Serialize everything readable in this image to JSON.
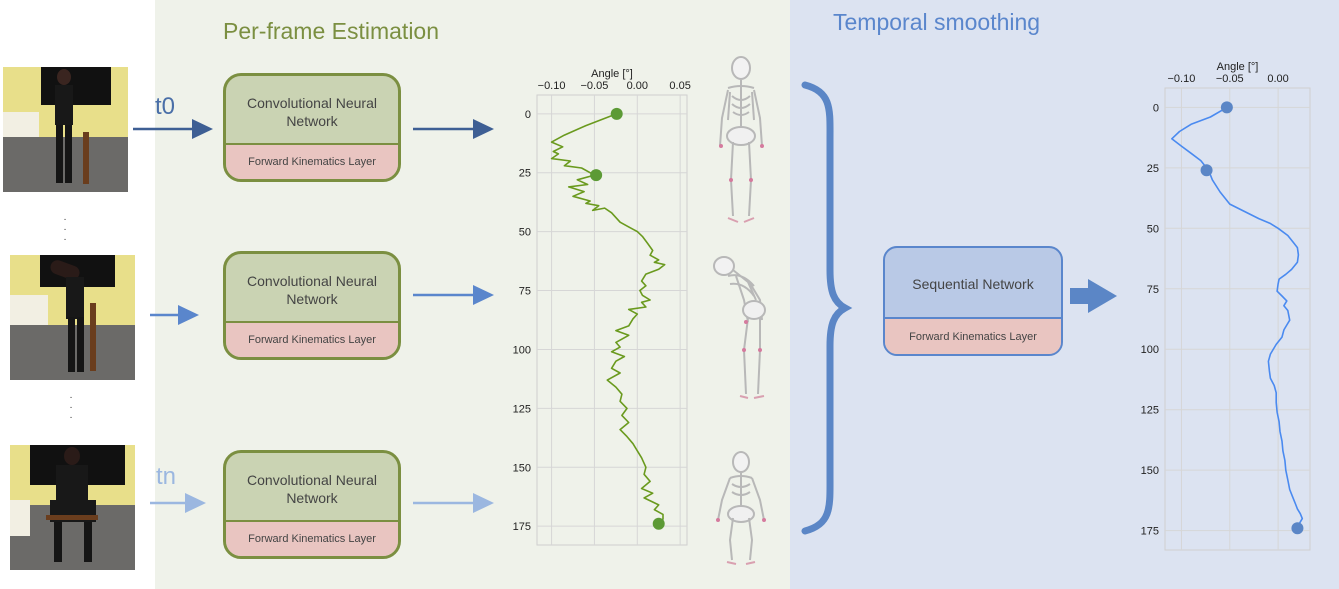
{
  "sections": {
    "left_title": "Per-frame Estimation",
    "right_title": "Temporal smoothing"
  },
  "frames": [
    {
      "label": "t0",
      "label_color": "#4a6fa8"
    },
    {
      "label": "",
      "label_color": "#5a86cc"
    },
    {
      "label": "tn",
      "label_color": "#9bb7e0"
    }
  ],
  "cnn_block": {
    "top": "Convolutional Neural Network",
    "bottom": "Forward Kinematics Layer"
  },
  "sequential_block": {
    "top": "Sequential Network",
    "bottom": "Forward Kinematics Layer"
  },
  "colors": {
    "cnn_border": "#7b8f41",
    "cnn_fill": "#cad3b3",
    "fk_fill": "#e9c5c1",
    "raw_line": "#6a9a1e",
    "raw_dot": "#5c9a35",
    "smooth_line": "#4a8af0",
    "smooth_dot": "#5b86c6",
    "arrow_dark": "#3e5f94",
    "arrow_mid": "#5a86cc",
    "arrow_light": "#9bb7e0",
    "left_panel": "#eff2ea",
    "right_panel": "#dce3f1"
  },
  "chart_data": [
    {
      "type": "line",
      "name": "per-frame",
      "xlabel": "Angle [°]",
      "x_ticks": [
        "−0.10",
        "−0.05",
        "0.00",
        "0.05"
      ],
      "x_tick_values": [
        -0.1,
        -0.05,
        0.0,
        0.05
      ],
      "xlim": [
        -0.117,
        0.058
      ],
      "y_ticks": [
        "0",
        "25",
        "50",
        "75",
        "100",
        "125",
        "150",
        "175"
      ],
      "y_tick_values": [
        0,
        25,
        50,
        75,
        100,
        125,
        150,
        175
      ],
      "ylim": [
        -8,
        183
      ],
      "y_inverted": true,
      "x_axis_position": "top",
      "grid": true,
      "points": [
        [
          -0.024,
          0
        ],
        [
          -0.06,
          5
        ],
        [
          -0.085,
          9
        ],
        [
          -0.1,
          12
        ],
        [
          -0.087,
          14
        ],
        [
          -0.098,
          16
        ],
        [
          -0.092,
          17
        ],
        [
          -0.1,
          19
        ],
        [
          -0.078,
          20
        ],
        [
          -0.085,
          22
        ],
        [
          -0.065,
          23
        ],
        [
          -0.05,
          26
        ],
        [
          -0.07,
          28
        ],
        [
          -0.058,
          30
        ],
        [
          -0.08,
          31
        ],
        [
          -0.062,
          33
        ],
        [
          -0.075,
          35
        ],
        [
          -0.055,
          37
        ],
        [
          -0.06,
          38
        ],
        [
          -0.045,
          39
        ],
        [
          -0.052,
          41
        ],
        [
          -0.038,
          40
        ],
        [
          -0.03,
          42
        ],
        [
          -0.02,
          46
        ],
        [
          -0.01,
          48
        ],
        [
          0.0,
          50
        ],
        [
          0.006,
          52
        ],
        [
          0.012,
          55
        ],
        [
          0.018,
          58
        ],
        [
          0.015,
          60
        ],
        [
          0.025,
          62
        ],
        [
          0.02,
          63
        ],
        [
          0.032,
          64
        ],
        [
          0.025,
          66
        ],
        [
          0.01,
          68
        ],
        [
          0.005,
          71
        ],
        [
          0.01,
          73
        ],
        [
          0.003,
          75
        ],
        [
          0.006,
          77
        ],
        [
          0.015,
          79
        ],
        [
          0.005,
          80
        ],
        [
          0.01,
          82
        ],
        [
          -0.01,
          83
        ],
        [
          0.0,
          85
        ],
        [
          -0.005,
          87
        ],
        [
          -0.01,
          90
        ],
        [
          -0.025,
          92
        ],
        [
          -0.01,
          94
        ],
        [
          -0.025,
          97
        ],
        [
          -0.02,
          99
        ],
        [
          -0.03,
          101
        ],
        [
          -0.015,
          103
        ],
        [
          -0.025,
          105
        ],
        [
          -0.03,
          108
        ],
        [
          -0.02,
          110
        ],
        [
          -0.035,
          113
        ],
        [
          -0.025,
          116
        ],
        [
          -0.018,
          119
        ],
        [
          -0.02,
          122
        ],
        [
          -0.012,
          125
        ],
        [
          -0.018,
          128
        ],
        [
          -0.01,
          131
        ],
        [
          -0.02,
          134
        ],
        [
          -0.012,
          137
        ],
        [
          -0.005,
          140
        ],
        [
          0.0,
          143
        ],
        [
          0.005,
          146
        ],
        [
          0.01,
          150
        ],
        [
          0.008,
          153
        ],
        [
          0.015,
          156
        ],
        [
          0.005,
          159
        ],
        [
          0.018,
          161
        ],
        [
          0.008,
          163
        ],
        [
          0.025,
          166
        ],
        [
          0.02,
          168
        ],
        [
          0.03,
          170
        ],
        [
          0.03,
          172
        ],
        [
          0.025,
          174
        ]
      ],
      "markers": [
        [
          -0.024,
          0
        ],
        [
          -0.048,
          26
        ],
        [
          0.025,
          174
        ]
      ]
    },
    {
      "type": "line",
      "name": "smoothed",
      "xlabel": "Angle [°]",
      "x_ticks": [
        "−0.10",
        "−0.05",
        "0.00"
      ],
      "x_tick_values": [
        -0.1,
        -0.05,
        0.0
      ],
      "xlim": [
        -0.117,
        0.033
      ],
      "y_ticks": [
        "0",
        "25",
        "50",
        "75",
        "100",
        "125",
        "150",
        "175"
      ],
      "y_tick_values": [
        0,
        25,
        50,
        75,
        100,
        125,
        150,
        175
      ],
      "ylim": [
        -8,
        183
      ],
      "y_inverted": true,
      "x_axis_position": "top",
      "grid": true,
      "points": [
        [
          -0.053,
          0
        ],
        [
          -0.07,
          4
        ],
        [
          -0.09,
          7
        ],
        [
          -0.102,
          10
        ],
        [
          -0.11,
          13
        ],
        [
          -0.1,
          16
        ],
        [
          -0.09,
          19
        ],
        [
          -0.08,
          22
        ],
        [
          -0.072,
          26
        ],
        [
          -0.068,
          30
        ],
        [
          -0.06,
          35
        ],
        [
          -0.05,
          40
        ],
        [
          -0.035,
          43
        ],
        [
          -0.02,
          46
        ],
        [
          -0.008,
          48
        ],
        [
          0.0,
          50
        ],
        [
          0.01,
          53
        ],
        [
          0.016,
          56
        ],
        [
          0.02,
          58
        ],
        [
          0.021,
          61
        ],
        [
          0.02,
          64
        ],
        [
          0.014,
          67
        ],
        [
          0.008,
          69
        ],
        [
          0.001,
          71
        ],
        [
          0.0,
          73
        ],
        [
          -0.001,
          76
        ],
        [
          0.004,
          78
        ],
        [
          0.009,
          80
        ],
        [
          0.006,
          82
        ],
        [
          0.01,
          84
        ],
        [
          0.012,
          88
        ],
        [
          0.009,
          90
        ],
        [
          0.006,
          92
        ],
        [
          0.004,
          95
        ],
        [
          -0.002,
          98
        ],
        [
          -0.008,
          102
        ],
        [
          -0.01,
          105
        ],
        [
          -0.009,
          109
        ],
        [
          -0.008,
          112
        ],
        [
          -0.004,
          115
        ],
        [
          -0.002,
          118
        ],
        [
          -0.002,
          122
        ],
        [
          -0.001,
          126
        ],
        [
          0.001,
          130
        ],
        [
          0.002,
          134
        ],
        [
          0.004,
          138
        ],
        [
          0.005,
          142
        ],
        [
          0.007,
          146
        ],
        [
          0.008,
          150
        ],
        [
          0.01,
          154
        ],
        [
          0.012,
          158
        ],
        [
          0.015,
          161
        ],
        [
          0.018,
          164
        ],
        [
          0.02,
          166
        ],
        [
          0.023,
          168
        ],
        [
          0.025,
          170
        ],
        [
          0.022,
          172
        ],
        [
          0.02,
          174
        ]
      ],
      "markers": [
        [
          -0.053,
          0
        ],
        [
          -0.074,
          26
        ],
        [
          0.02,
          174
        ]
      ]
    }
  ]
}
